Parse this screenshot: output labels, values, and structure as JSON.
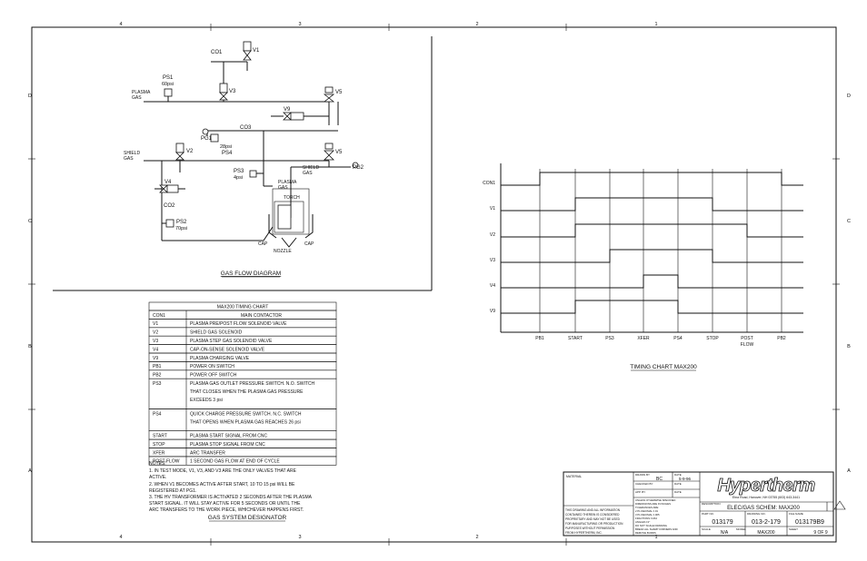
{
  "border": {
    "columns": [
      "4",
      "3",
      "2",
      "1"
    ],
    "rows": [
      "D",
      "C",
      "B",
      "A"
    ]
  },
  "gas_flow": {
    "title": "GAS FLOW DIAGRAM",
    "labels": {
      "co1": "CO1",
      "v1": "V1",
      "ps1": "PS1",
      "ps1_val": "60psi",
      "plasma_gas_1": "PLASMA",
      "plasma_gas_2": "GAS",
      "v3": "V3",
      "v5_top": "V5",
      "v9": "V9",
      "co3": "CO3",
      "pg1": "PG1",
      "ps4_val": "28psi",
      "ps4": "PS4",
      "shield_gas_1": "SHIELD",
      "shield_gas_2": "GAS",
      "v2": "V2",
      "v5_bot": "V5",
      "pg2": "PG2",
      "ps3": "PS3",
      "ps3_val": "4psi",
      "shield_gas_r1": "SHIELD",
      "shield_gas_r2": "GAS",
      "torch_plasma_1": "PLASMA",
      "torch_plasma_2": "GAS",
      "torch": "TORCH",
      "v4": "V4",
      "co2": "CO2",
      "ps2": "PS2",
      "ps2_val": "70psi",
      "cap_l": "CAP",
      "cap_r": "CAP",
      "nozzle": "NOZZLE"
    }
  },
  "designator": {
    "header": "MAX200 TIMING CHART",
    "rows": [
      {
        "code": "CON1",
        "desc": "MAIN CONTACTOR"
      },
      {
        "code": "V1",
        "desc": "PLASMA PRE/POST FLOW SOLENOID VALVE"
      },
      {
        "code": "V2",
        "desc": "SHIELD GAS SOLENOID"
      },
      {
        "code": "V3",
        "desc": "PLASMA STEP GAS SOLENOID VALVE"
      },
      {
        "code": "V4",
        "desc": "CAP-ON-SENSE SOLENOID VALVE"
      },
      {
        "code": "V9",
        "desc": "PLASMA CHARGING VALVE"
      },
      {
        "code": "PB1",
        "desc": "POWER ON SWITCH"
      },
      {
        "code": "PB2",
        "desc": "POWER OFF SWITCH"
      },
      {
        "code": "PS3",
        "desc1": "PLASMA GAS OUTLET PRESSURE SWITCH. N.O. SWITCH",
        "desc2": "THAT CLOSES WHEN THE PLASMA GAS PRESSURE",
        "desc3": "EXCEEDS 3 psi"
      },
      {
        "code": "PS4",
        "desc1": "QUICK CHARGE PRESSURE SWITCH. N.C. SWITCH",
        "desc2": "THAT OPENS WHEN PLASMA GAS REACHES 26 psi"
      },
      {
        "code": "START",
        "desc": "PLASMA START SIGNAL FROM CNC"
      },
      {
        "code": "STOP",
        "desc": "PLASMA STOP SIGNAL FROM CNC"
      },
      {
        "code": "XFER",
        "desc": "ARC TRANSFER"
      },
      {
        "code": "POST-FLOW",
        "desc": "1 SECOND GAS FLOW AT END OF CYCLE"
      }
    ],
    "notes": [
      "NOTES:",
      "1. IN TEST MODE, V1, V3, AND V3 ARE THE ONLY VALVES THAT ARE",
      "ACTIVE.",
      "2. WHEN V1 BECOMES ACTIVE AFTER START, 10 TO 15 psi WILL BE",
      "REGISTERED AT PG1.",
      "3. THE HV TRANSFORMER IS ACTIVATED 2 SECONDS AFTER THE PLASMA",
      "START SIGNAL. IT WILL STAY ACTIVE FOR 5 SECONDS OR UNTIL THE",
      "ARC TRANSFERS TO THE WORK PIECE, WHICHEVER HAPPENS FIRST."
    ],
    "title": "GAS SYSTEM DESIGNATOR"
  },
  "timing": {
    "title": "TIMING CHART MAX200",
    "signals": [
      "CON1",
      "V1",
      "V2",
      "V3",
      "V4",
      "V9"
    ],
    "events": [
      "PB1",
      "START",
      "PS3",
      "XFER",
      "PS4",
      "STOP",
      "POST",
      "PB2"
    ],
    "event_sub": "FLOW"
  },
  "title_block": {
    "material": "MATERIAL",
    "drawn_by_lbl": "DRAWN BY",
    "drawn_by": "BC",
    "date_lbl": "DATE",
    "date": "5-9-96",
    "checked_lbl": "CHECKED BY",
    "approved_lbl": "APP. BY",
    "tolerances": [
      "UNLESS OTHERWISE SPECIFIED",
      "DIMENSIONS ARE IN INCHES",
      "TOLERANCES ARE:",
      "2 PL DECIMAL ±.01",
      "3 PL DECIMAL ±.005",
      "FRACTIONS ±1/64",
      "ANGLES ±1°",
      "DO NOT SCALE DRAWING",
      "BREAK ALL SHARP CORNERS AND",
      "REMOVE BURRS"
    ],
    "proprietary": [
      "THIS DRAWING AND ALL INFORMATION",
      "CONTAINED THEREIN IS CONSIDERED",
      "PROPRIETARY AND MAY NOT BE USED",
      "FOR MANUFACTURING OR PRODUCTION",
      "PURPOSES WITHOUT PERMISSION",
      "FROM HYPERTHERM, INC."
    ],
    "company": "Hypertherm",
    "address": "Etna Road, Hanover, NH 03755  (603) 643-3441",
    "desc_lbl": "DESCRIPTION",
    "desc": "ELEC/GAS SCHEM: MAX200",
    "part_lbl": "PART NO.",
    "part": "013179",
    "drawing_lbl": "DRAWING NO.",
    "drawing": "013-2-179",
    "file_lbl": "FILE NAME",
    "file": "013179B9",
    "scale_lbl": "SCALE",
    "scale": "N/A",
    "model_lbl": "MODEL",
    "model": "MAX200",
    "sheet_lbl": "SHEET",
    "sheet": "9 OF 9"
  }
}
